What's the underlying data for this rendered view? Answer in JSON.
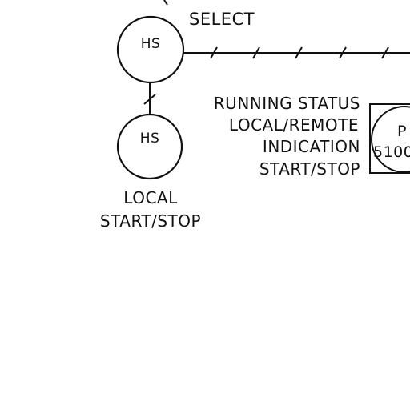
{
  "diagram": {
    "select_label": "SELECT",
    "upper_instrument": {
      "tag": "HS"
    },
    "lower_instrument": {
      "tag": "HS"
    },
    "local_label": {
      "line1": "LOCAL",
      "line2": "START/STOP"
    },
    "status_lines": [
      "RUNNING STATUS",
      "LOCAL/REMOTE",
      "INDICATION",
      "START/STOP"
    ],
    "panel_instrument": {
      "letter": "P",
      "number": "5100"
    },
    "signal_line_type": "electric signal (hatched)"
  }
}
